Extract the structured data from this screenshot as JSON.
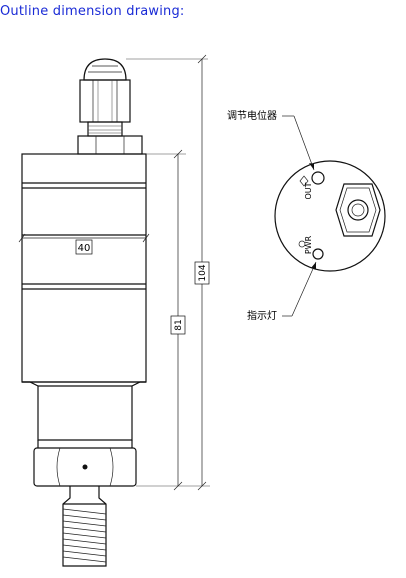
{
  "title": "Outline dimension drawing:",
  "dimensions": {
    "diameter": "40",
    "body_length": "81",
    "total_length": "104"
  },
  "callouts": {
    "potentiometer": "调节电位器",
    "indicator": "指示灯"
  },
  "face_labels": {
    "output": "OUT",
    "power": "PWR"
  },
  "colors": {
    "title": "#1a2bd6",
    "ink": "#111111"
  }
}
